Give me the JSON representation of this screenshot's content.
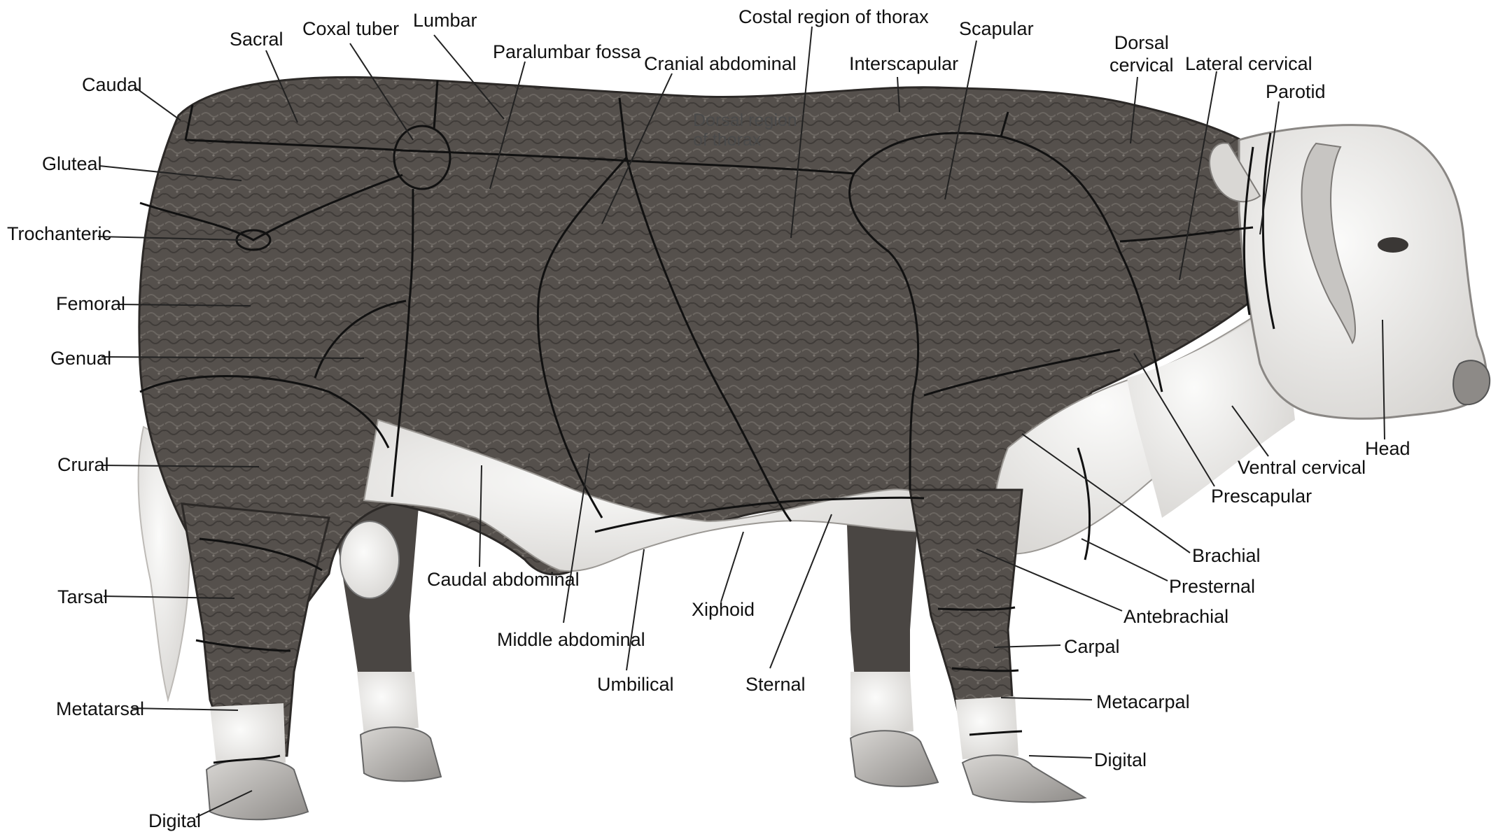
{
  "colors": {
    "background": "#ffffff",
    "coat": "#55504c",
    "coat_dark": "#3c3836",
    "white_markings": "#ecebe8",
    "hoof": "#b9b7b4",
    "region_lines": "#111111",
    "leader_lines": "#222222",
    "label_text": "#111111"
  },
  "labels": {
    "sacral": "Sacral",
    "coxal_tuber": "Coxal tuber",
    "lumbar": "Lumbar",
    "paralumbar_fossa": "Paralumbar fossa",
    "cranial_abdominal": "Cranial abdominal",
    "costal_region_of_thorax": "Costal region of thorax",
    "interscapular": "Interscapular",
    "scapular": "Scapular",
    "dorsal_cervical_1": "Dorsal",
    "dorsal_cervical_2": "cervical",
    "lateral_cervical": "Lateral cervical",
    "parotid": "Parotid",
    "caudal": "Caudal",
    "gluteal": "Gluteal",
    "trochanteric": "Trochanteric",
    "femoral": "Femoral",
    "genual": "Genual",
    "crural": "Crural",
    "tarsal": "Tarsal",
    "metatarsal": "Metatarsal",
    "digital_hind": "Digital",
    "caudal_abdominal": "Caudal abdominal",
    "middle_abdominal": "Middle abdominal",
    "umbilical": "Umbilical",
    "xiphoid": "Xiphoid",
    "sternal": "Sternal",
    "head": "Head",
    "ventral_cervical": "Ventral cervical",
    "prescapular": "Prescapular",
    "brachial": "Brachial",
    "presternal": "Presternal",
    "antebrachial": "Antebrachial",
    "carpal": "Carpal",
    "metacarpal": "Metacarpal",
    "digital_fore": "Digital",
    "dorsal_region_of_thorax_1": "Dorsal region",
    "dorsal_region_of_thorax_2": "of thorax"
  }
}
